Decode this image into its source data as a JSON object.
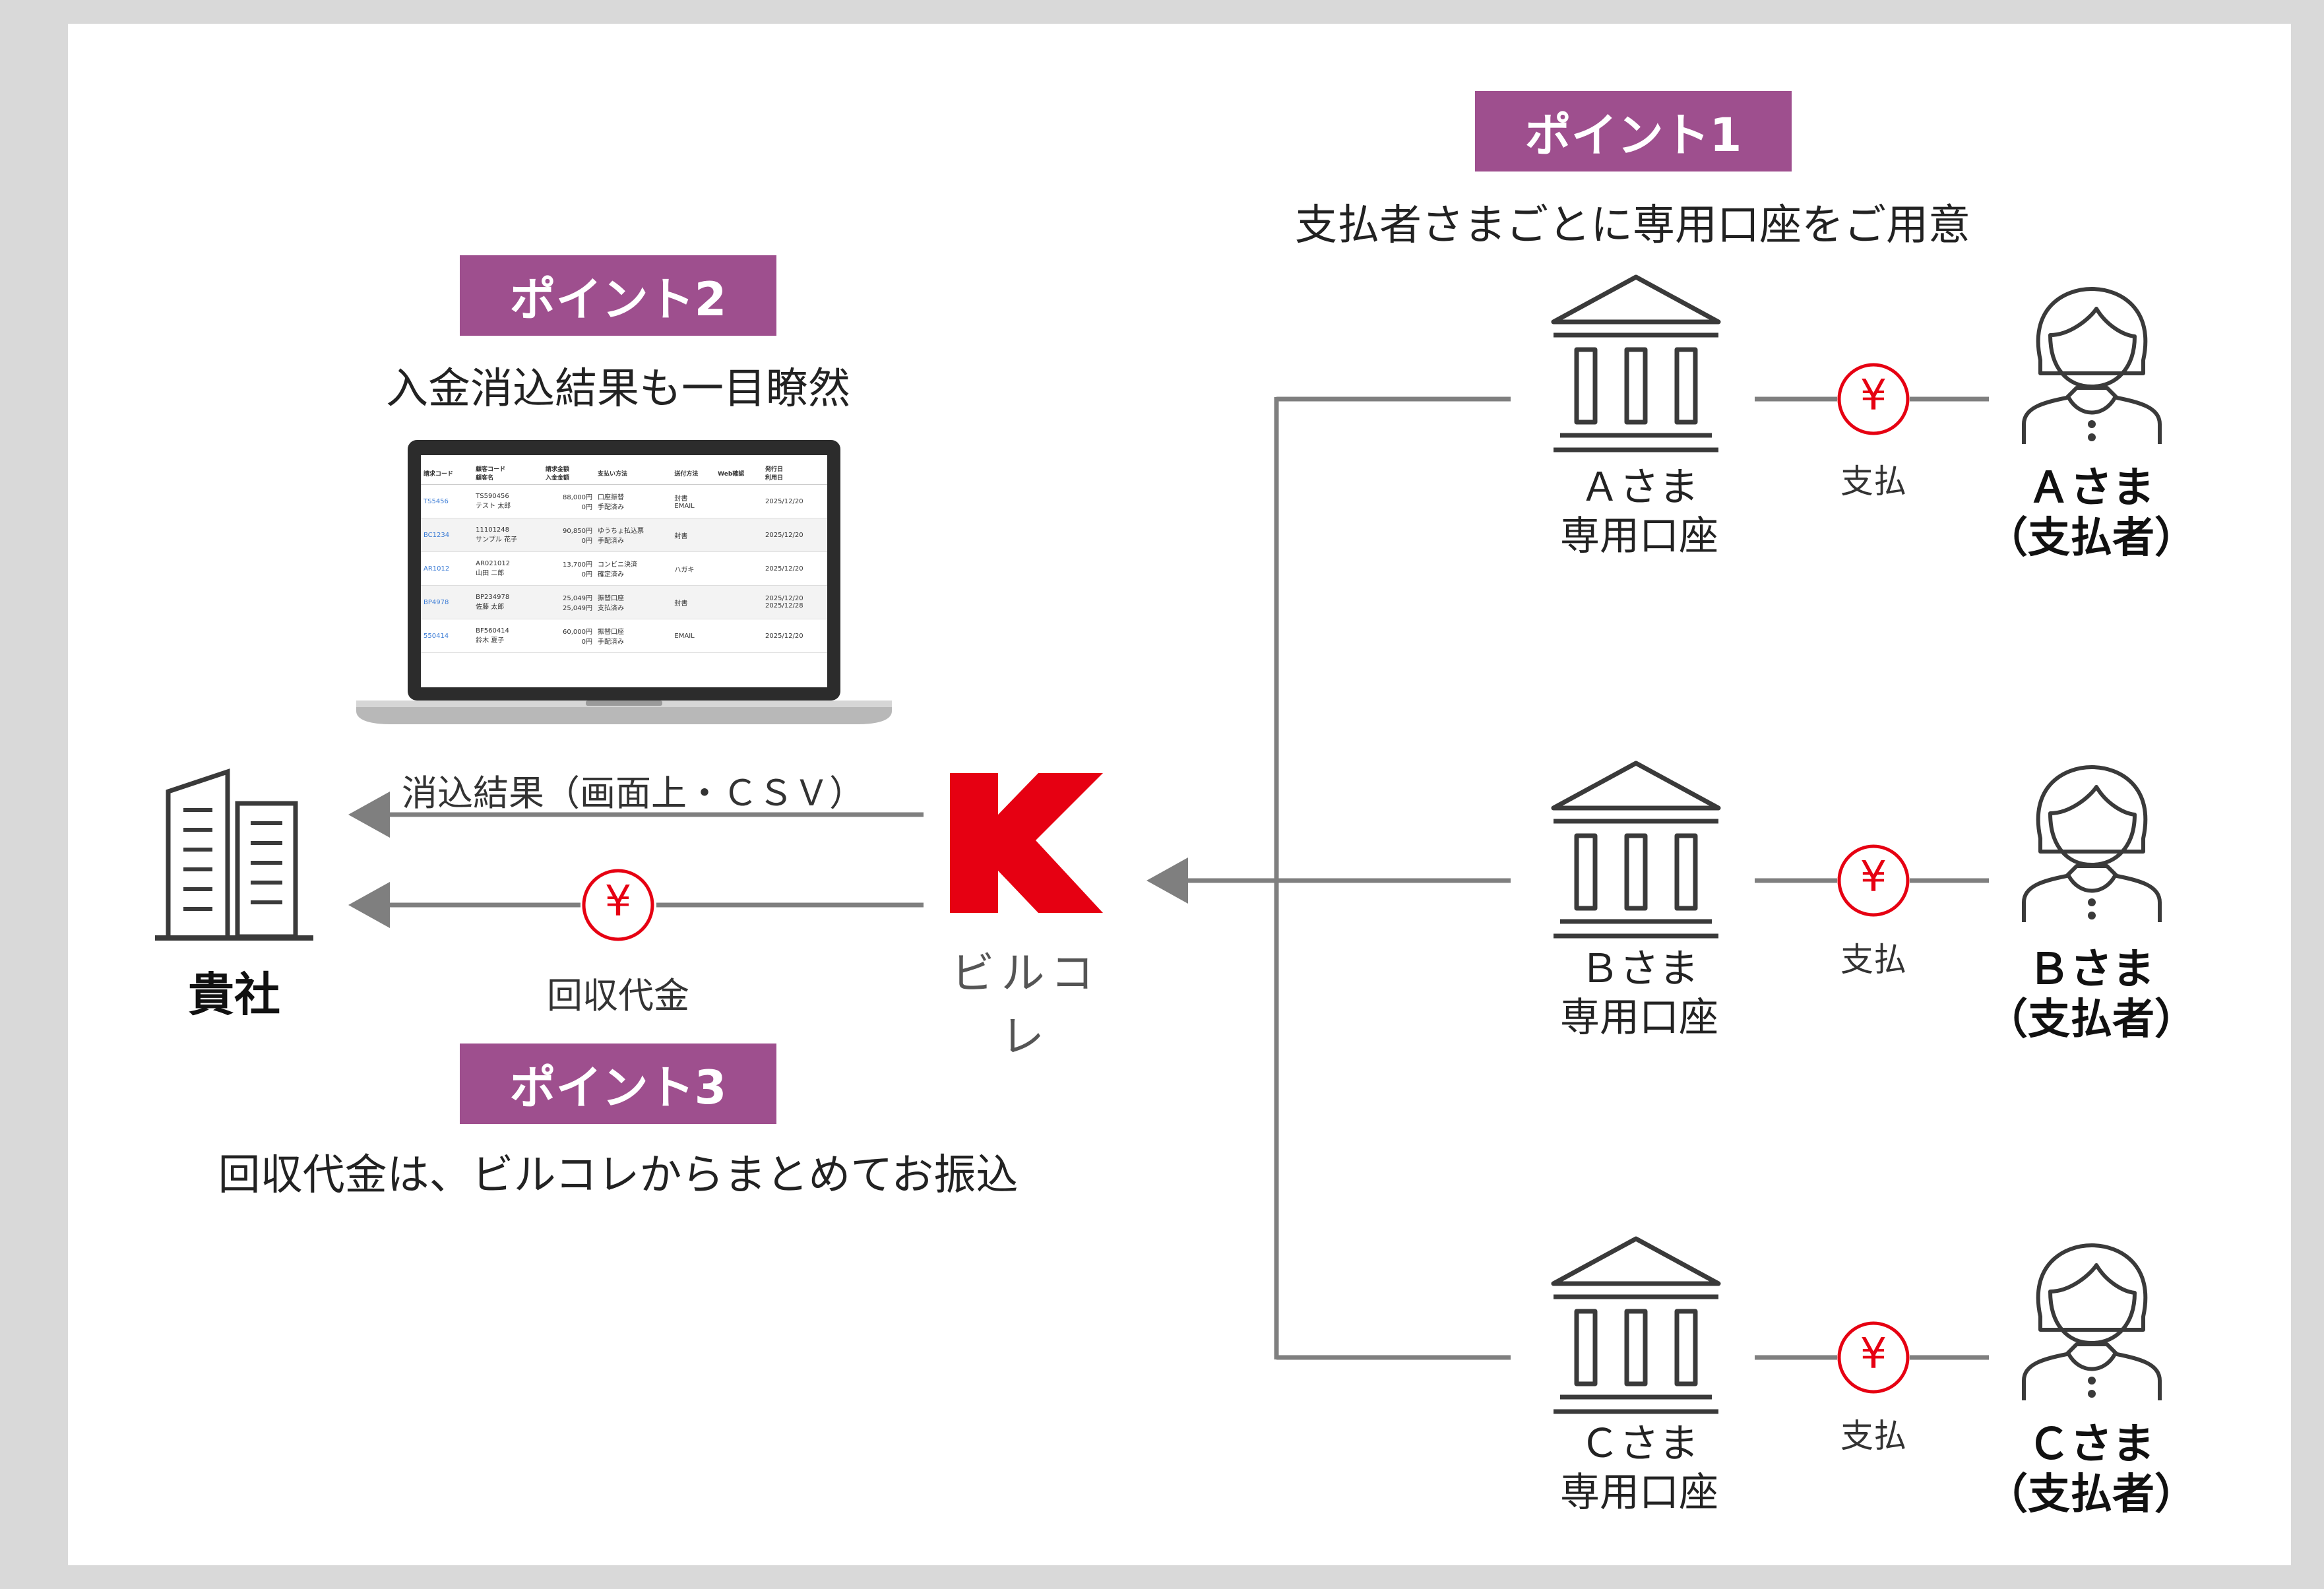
{
  "point1": {
    "badge": "ポイント1",
    "caption": "支払者さまごとに専用口座をご用意"
  },
  "point2": {
    "badge": "ポイント2",
    "caption": "入金消込結果も一目瞭然"
  },
  "point3": {
    "badge": "ポイント3",
    "caption": "回収代金は、ビルコレからまとめてお振込"
  },
  "company": {
    "label": "貴社"
  },
  "flows": {
    "result_label": "消込結果（画面上・ＣＳＶ）",
    "proceeds_label": "回収代金",
    "yen": "¥"
  },
  "brand": {
    "name": "ビルコレ",
    "color": "#e60012"
  },
  "accounts": [
    {
      "line1": "Ａさま",
      "line2": "専用口座",
      "pay": "支払",
      "payer1": "Ａさま",
      "payer2": "（支払者）"
    },
    {
      "line1": "Ｂさま",
      "line2": "専用口座",
      "pay": "支払",
      "payer1": "Ｂさま",
      "payer2": "（支払者）"
    },
    {
      "line1": "Ｃさま",
      "line2": "専用口座",
      "pay": "支払",
      "payer1": "Ｃさま",
      "payer2": "（支払者）"
    }
  ],
  "screen_table": {
    "headers": [
      "請求コード",
      "顧客コード\n顧客名",
      "請求金額\n入金金額",
      "支払い方法",
      "送付方法",
      "Web確認",
      "発行日\n利用日"
    ],
    "rows": [
      [
        "TS5456",
        "TS590456\nテスト 太郎",
        "88,000円\n0円",
        "口座振替\n手配済み",
        "封書\nEMAIL",
        "",
        "2025/12/20"
      ],
      [
        "BC1234",
        "11101248\nサンプル 花子",
        "90,850円\n0円",
        "ゆうちょ払込票\n手配済み",
        "封書",
        "",
        "2025/12/20"
      ],
      [
        "AR1012",
        "AR021012\n山田 二郎",
        "13,700円\n0円",
        "コンビニ決済\n確定済み",
        "ハガキ",
        "",
        "2025/12/20"
      ],
      [
        "BP4978",
        "BP234978\n佐藤 太郎",
        "25,049円\n25,049円",
        "振替口座\n支払済み",
        "封書",
        "",
        "2025/12/20\n2025/12/28"
      ],
      [
        "550414",
        "BF560414\n鈴木 夏子",
        "60,000円\n0円",
        "振替口座\n手配済み",
        "EMAIL",
        "",
        "2025/12/20"
      ]
    ]
  },
  "colors": {
    "badge": "#9e4f8e",
    "line": "#7f7f7f",
    "icon": "#3a3a3a",
    "yen": "#e60012"
  }
}
